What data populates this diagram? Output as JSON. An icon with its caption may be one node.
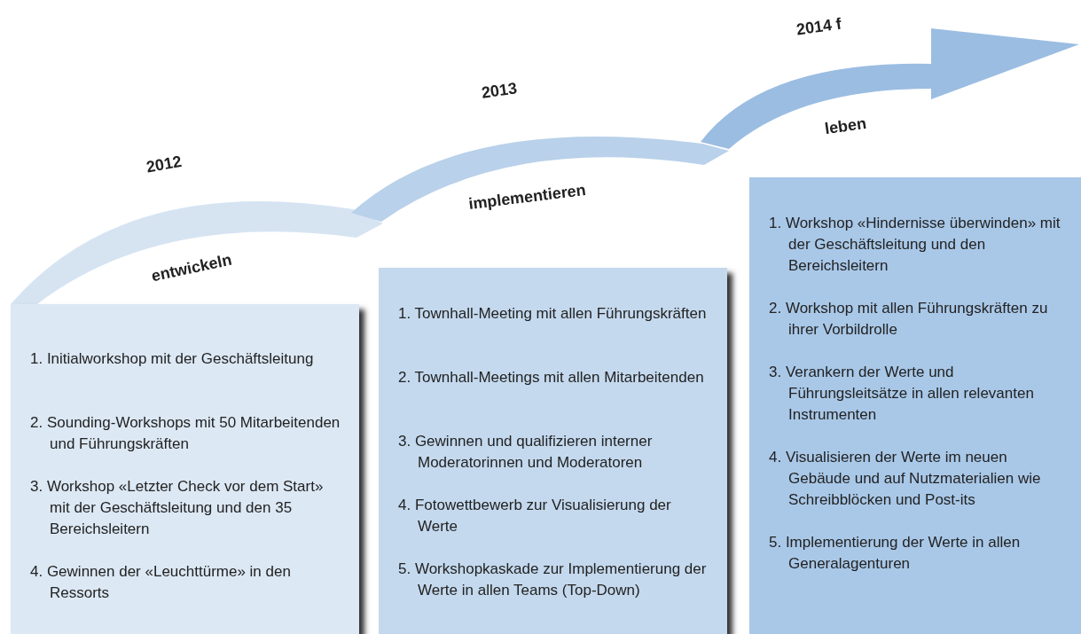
{
  "diagram": {
    "nodes": [
      {
        "text": [
          "1. Initialworkshop mit der Geschäftsleitung",
          "2. Sounding-Workshops mit 50 Mitarbeitenden und Führungskräften",
          "3. Workshop «Letzter Check vor dem Start» mit der Geschäftsleitung und den 35 Bereichsleitern",
          "4. Gewinnen der «Leuchttürme» in den Ressorts"
        ]
      },
      {
        "text": [
          "1. Townhall-Meeting mit allen Führungskräften",
          "2. Townhall-Meetings mit allen Mitarbeitenden",
          "3. Gewinnen und qualifizieren interner Moderatorinnen und Moderatoren",
          "4. Fotowettbewerb zur Visualisierung der Werte",
          "5. Workshopkaskade zur Implementierung der Werte in allen Teams (Top-Down)"
        ]
      },
      {
        "text": [
          "1. Workshop «Hindernisse überwinden» mit der Geschäftsleitung und den Bereichsleitern",
          "2. Workshop mit allen Führungskräften zu ihrer Vorbildrolle",
          "3. Verankern der Werte und Führungsleitsätze in allen relevanten Instrumenten",
          "4. Visualisieren der Werte im neuen Gebäude und auf Nutzmaterialien wie Schreibblöcken und Post-its",
          "5. Implementierung der Werte in allen Generalagenturen"
        ]
      }
    ],
    "labels": [
      "2012",
      "entwickeln",
      "2013",
      "implementieren",
      "2014 f",
      "leben"
    ]
  }
}
